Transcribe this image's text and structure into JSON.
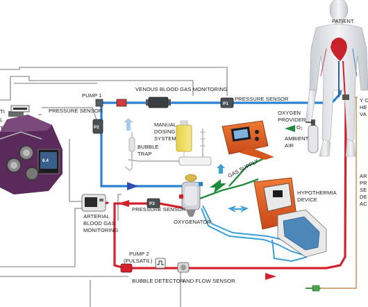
{
  "colors": {
    "venous": "#2b7fd0",
    "arterial": "#d3212b",
    "gas": "#1e8a3a",
    "water": "#3a9fd8",
    "signal": "#9a9a9a",
    "orange_wire": "#d98a3a",
    "device_orange": "#e8601c"
  },
  "labels": {
    "patient": "PATIENT",
    "pump1": "PUMP 1",
    "venous_monitoring": "VENOUS BLOOD GAS MONITORING",
    "pressure_sensor_top": "PRESSURE SENSOR",
    "pressure_sensor_left": "PRESSURE SENSOR",
    "pressure_sensor_oxy": "PRESSURE SENSOR",
    "p1": "P1",
    "p2": "P2",
    "p3": "P3",
    "oxygen_provider": [
      "OXYGEN",
      "PROVIDER"
    ],
    "o2": "O₂",
    "ambient_air": [
      "AMBIENT",
      "AIR"
    ],
    "manual_dosing": [
      "MANUAL",
      "DOSING",
      "SYSTEM"
    ],
    "bubble_trap": [
      "BUBBLE",
      "TRAP"
    ],
    "gas_supply": "GAS SUPPLY",
    "hypothermia": [
      "HYPOTHERMIA",
      "DEVICE"
    ],
    "oxygenator": "OXYGENATOR",
    "arterial_monitoring": [
      "ARTERIAL",
      "BLOOD GAS",
      "MONITORING"
    ],
    "pump2": [
      "PUMP 2",
      "(PULSATIL)"
    ],
    "bubble_detector": "BUBBLE DETECTOR",
    "and_flow_sensor": "AND FLOW SENSOR",
    "left_cut": [
      "TI",
      "L",
      "T"
    ],
    "right_y": [
      "Y C",
      "HE",
      "VA"
    ],
    "right_ar": [
      "AR",
      "PR",
      "SE",
      "DE",
      "AC"
    ]
  }
}
